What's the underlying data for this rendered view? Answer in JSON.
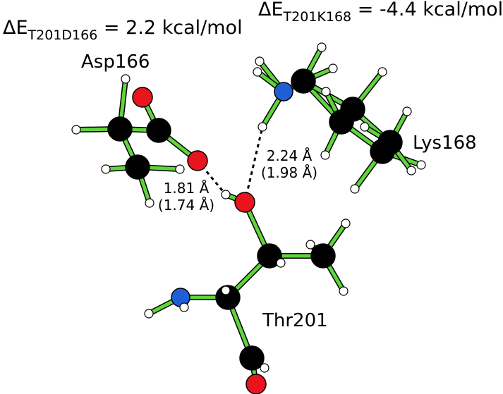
{
  "energies": {
    "asp": {
      "delta": "ΔE",
      "sub": "T201D166",
      "value": "= 2.2 kcal/mol"
    },
    "lys": {
      "delta": "ΔE",
      "sub": "T201K168",
      "value": "= -4.4 kcal/mol"
    }
  },
  "residues": {
    "asp": "Asp166",
    "lys": "Lys168",
    "thr": "Thr201"
  },
  "distances": {
    "asp": {
      "primary": "1.81 Å",
      "alt": "(1.74 Å)"
    },
    "lys": {
      "primary": "2.24 Å",
      "alt": "(1.98 Å)"
    }
  },
  "colors": {
    "carbon": "#000000",
    "oxygen": "#e8141e",
    "nitrogen": "#1f5fd6",
    "hydrogen": "#ffffff",
    "bond": "#5fd43c",
    "hbond": "#000000"
  }
}
